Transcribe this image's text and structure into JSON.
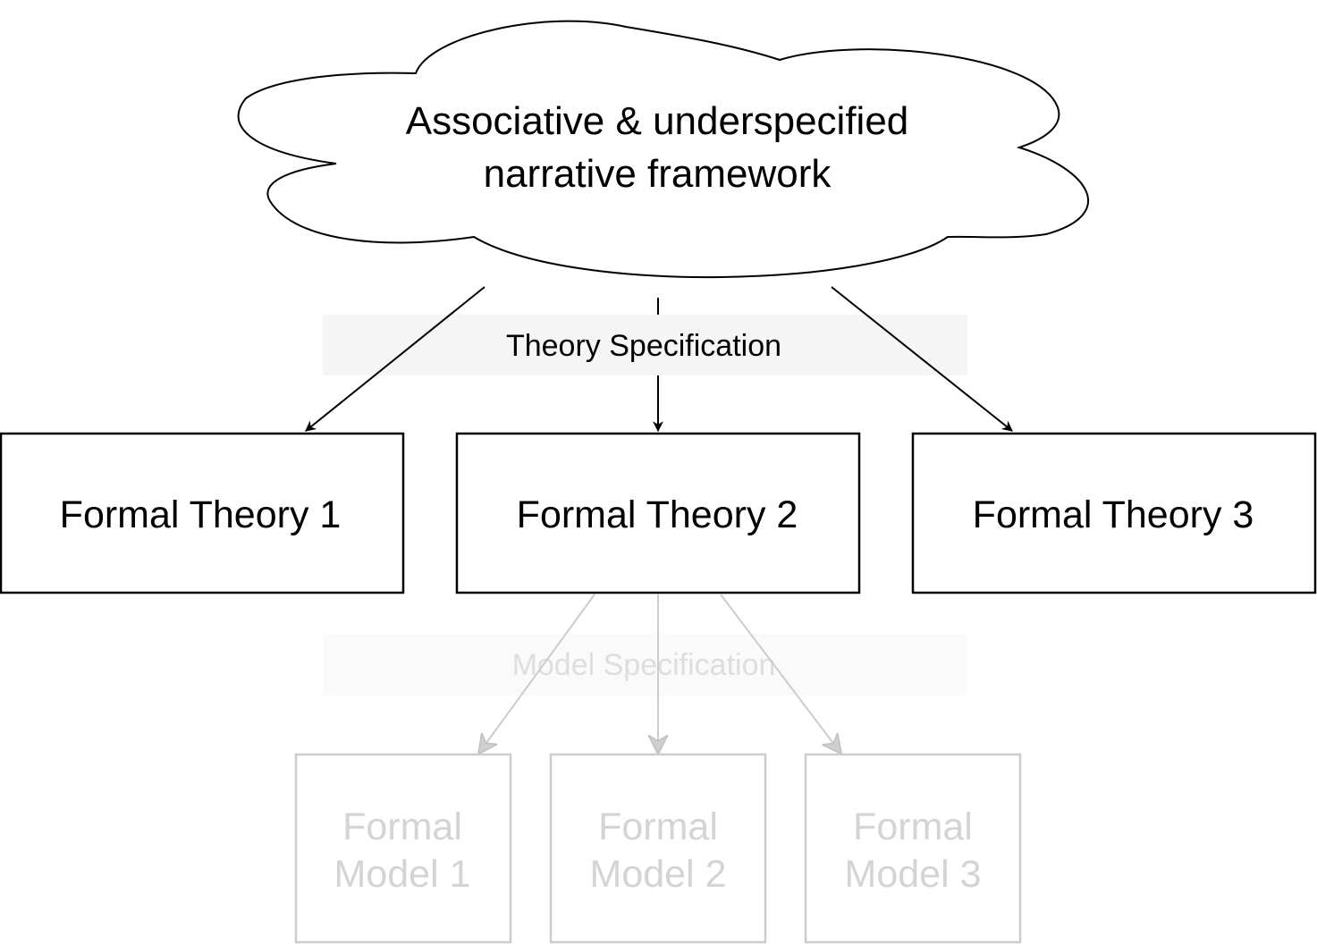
{
  "cloud": {
    "line1": "Associative & underspecified",
    "line2": "narrative framework"
  },
  "theory_specification": {
    "label": "Theory Specification"
  },
  "theories": [
    {
      "label": "Formal Theory 1"
    },
    {
      "label": "Formal Theory 2"
    },
    {
      "label": "Formal Theory 3"
    }
  ],
  "model_specification": {
    "label": "Model Specification"
  },
  "models": [
    {
      "line1": "Formal",
      "line2": "Model 1"
    },
    {
      "line1": "Formal",
      "line2": "Model 2"
    },
    {
      "line1": "Formal",
      "line2": "Model 3"
    }
  ],
  "colors": {
    "primary_stroke": "#000000",
    "faded_stroke": "#cccccc",
    "faded_text": "#d4d4d4",
    "spec_band_dark": "#f5f5f5",
    "spec_band_light": "#fafafa"
  }
}
